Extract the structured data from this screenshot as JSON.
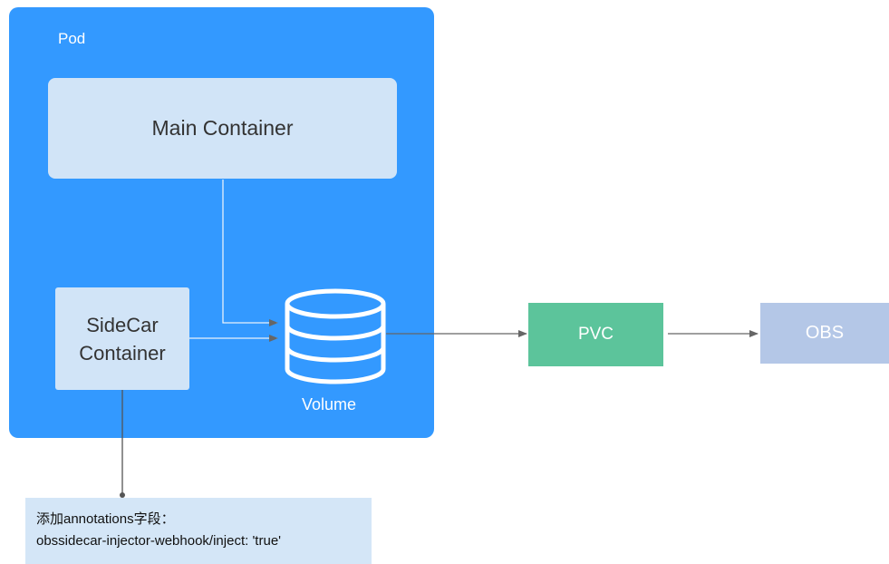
{
  "pod": {
    "label": "Pod"
  },
  "main_container": {
    "label": "Main Container"
  },
  "sidecar_container": {
    "line1": "SideCar",
    "line2": "Container"
  },
  "volume": {
    "label": "Volume",
    "icon": "database-icon"
  },
  "pvc": {
    "label": "PVC"
  },
  "obs": {
    "label": "OBS"
  },
  "annotation": {
    "line1": "添加annotations字段：",
    "line2": "obssidecar-injector-webhook/inject: 'true'"
  },
  "colors": {
    "pod": "#3399ff",
    "container": "#d1e4f7",
    "pvc": "#5cc49b",
    "obs": "#b4c7e7",
    "annotation": "#d4e6f7",
    "connector": "#666666"
  }
}
